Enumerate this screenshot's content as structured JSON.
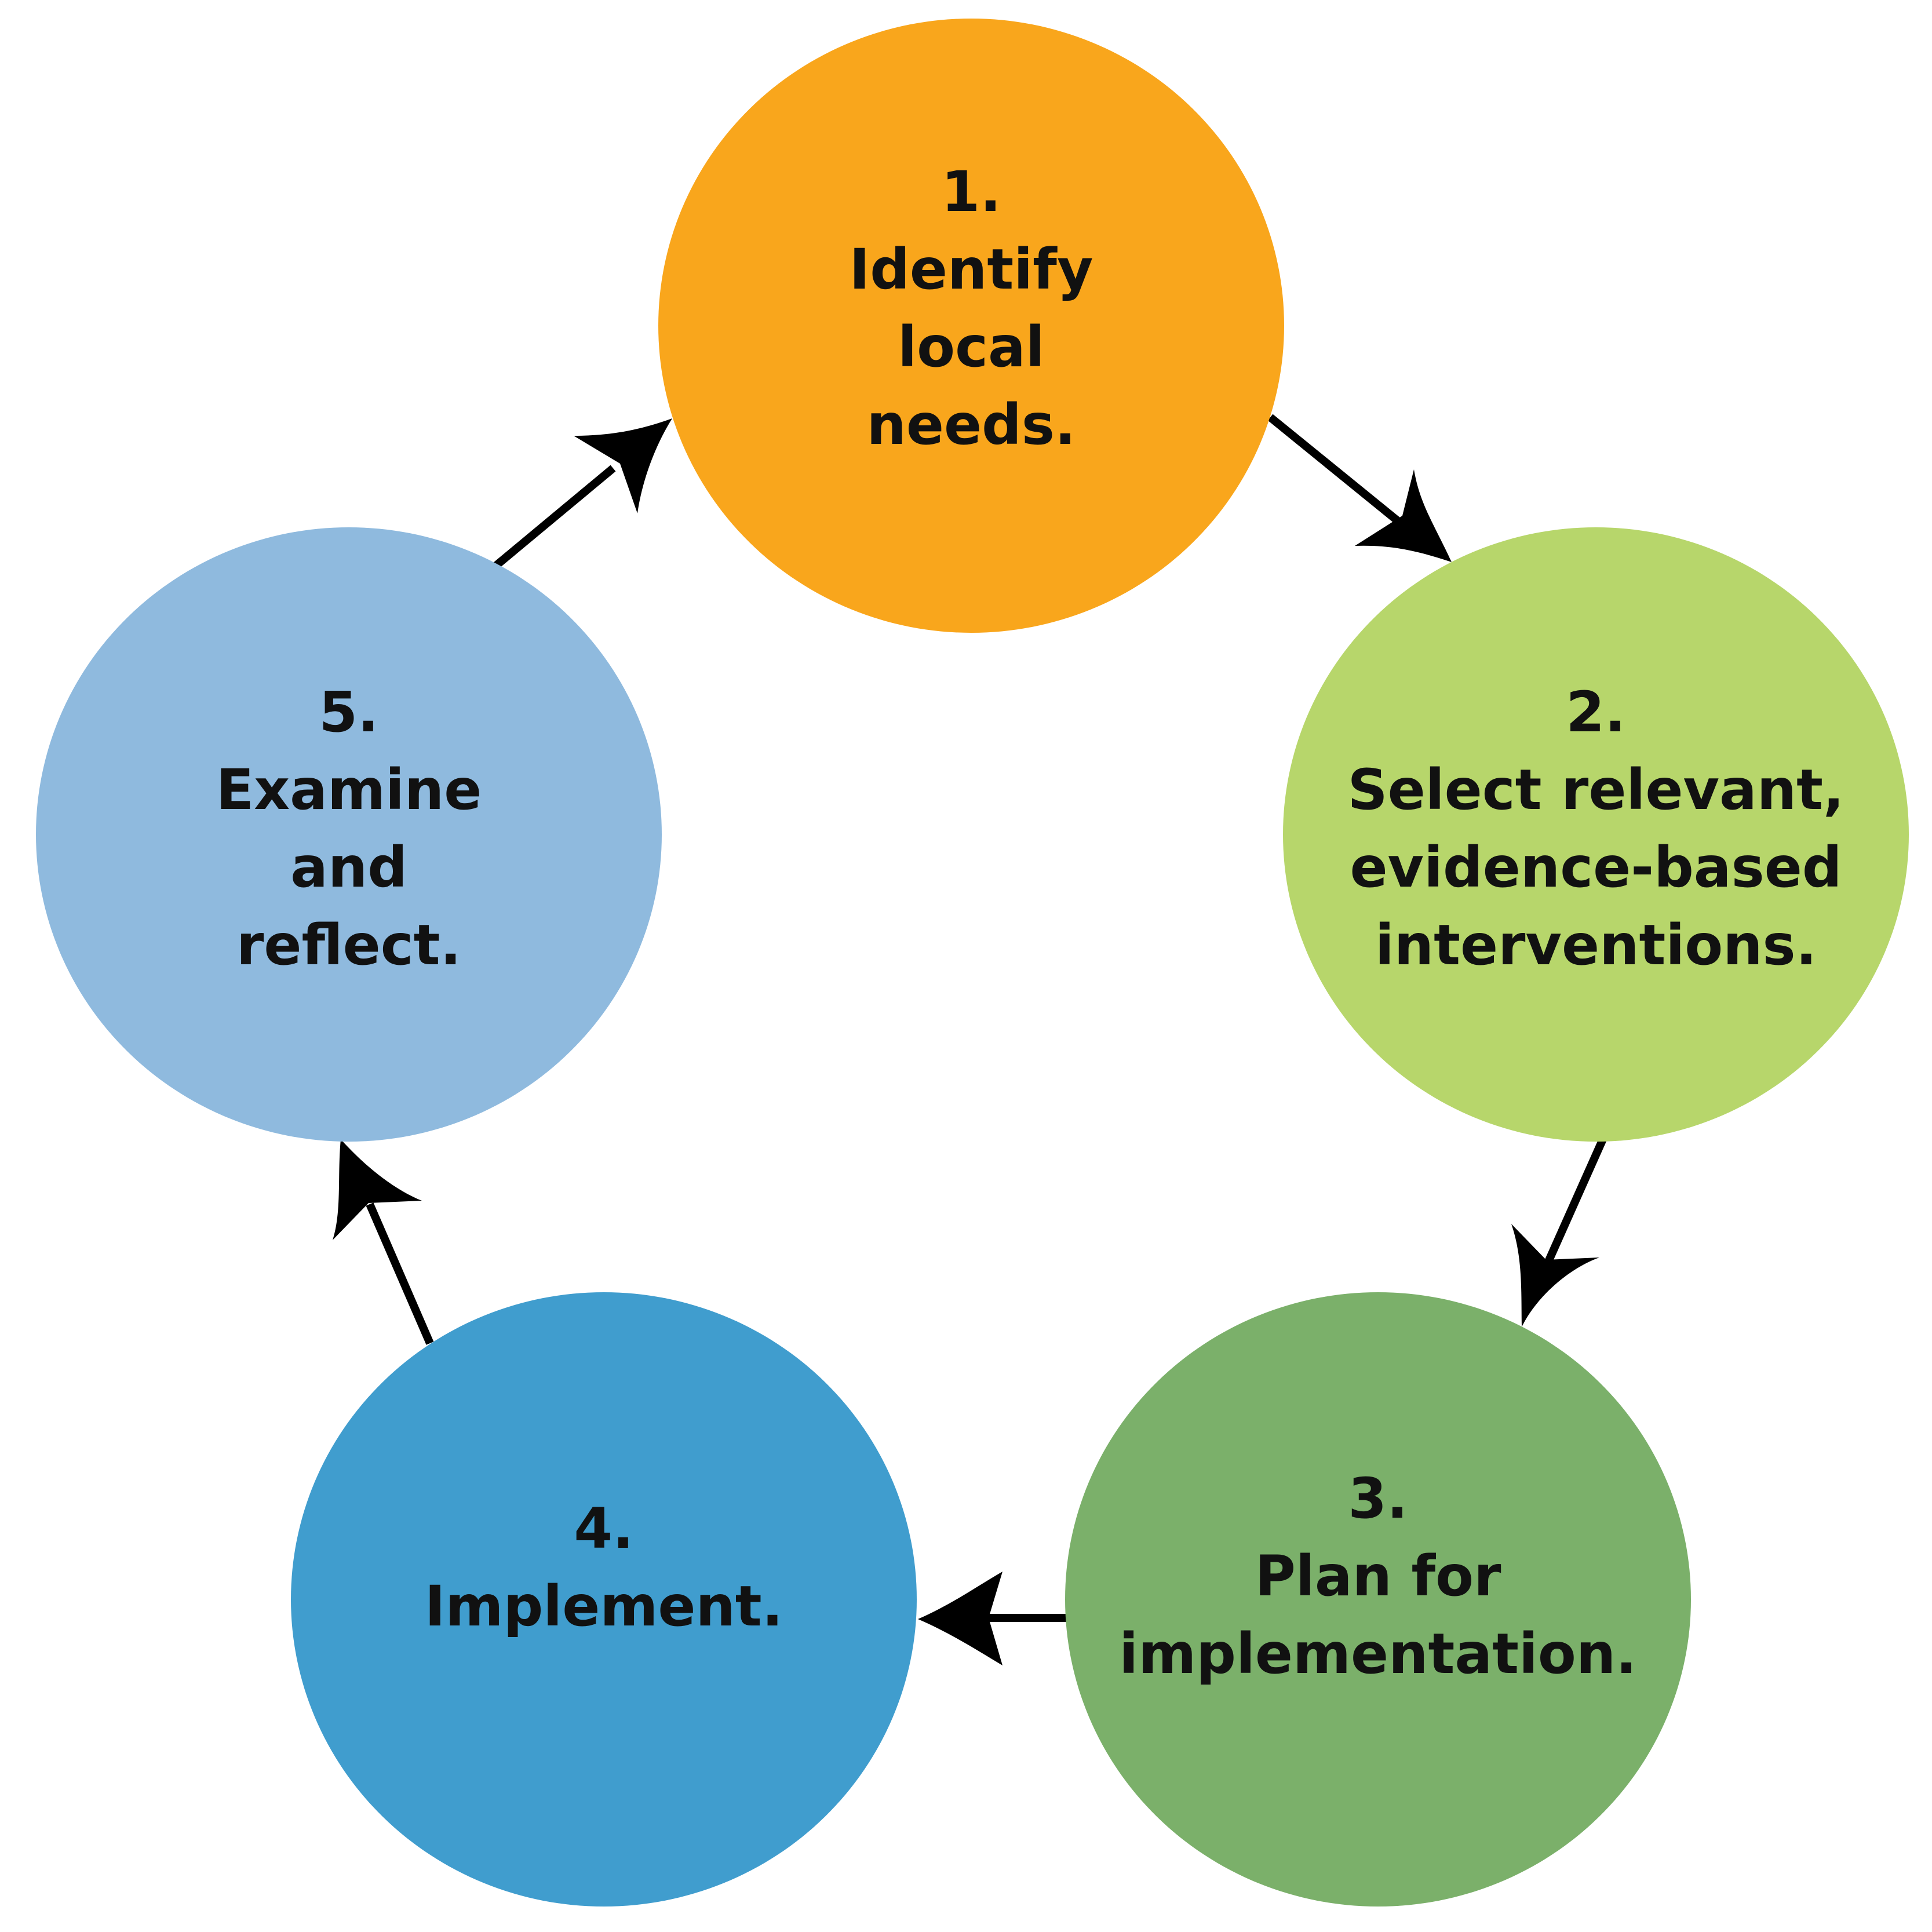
{
  "steps": [
    {
      "number": "1.",
      "lines": [
        "Identify",
        "local",
        "needs."
      ],
      "color": "#f9a61c"
    },
    {
      "number": "2.",
      "lines": [
        "Select relevant,",
        "evidence-based",
        "interventions."
      ],
      "color": "#b7d66b"
    },
    {
      "number": "3.",
      "lines": [
        "Plan for",
        "implementation."
      ],
      "color": "#7bb06a"
    },
    {
      "number": "4.",
      "lines": [
        "Implement."
      ],
      "color": "#409dce"
    },
    {
      "number": "5.",
      "lines": [
        "Examine",
        "and",
        "reflect."
      ],
      "color": "#8fbade"
    }
  ],
  "arrow_color": "#000000"
}
